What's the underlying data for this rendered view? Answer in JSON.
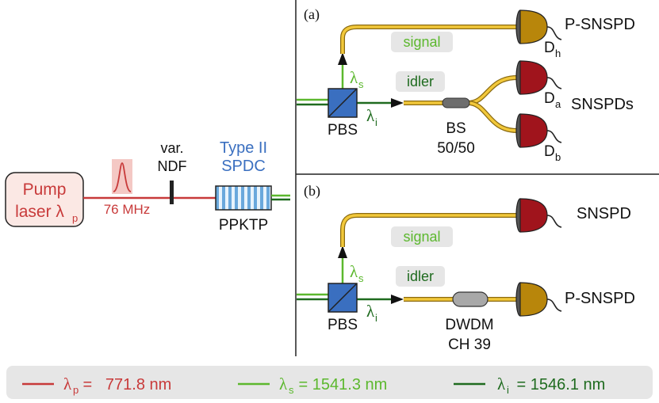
{
  "pump": {
    "line1": "Pump",
    "line2": "laser λ",
    "sub": "p",
    "rep_rate": "76 MHz"
  },
  "ndf": {
    "line1": "var.",
    "line2": "NDF"
  },
  "crystal": {
    "type_line1": "Type II",
    "type_line2": "SPDC",
    "name": "PPKTP"
  },
  "panel_a": {
    "label": "(a)",
    "signal_tag": "signal",
    "idler_tag": "idler",
    "lambda_s": "λ",
    "lambda_s_sub": "s",
    "lambda_i": "λ",
    "lambda_i_sub": "i",
    "pbs": "PBS",
    "bs_line1": "BS",
    "bs_line2": "50/50",
    "det_top_label": "P-SNSPD",
    "det_top_name": "D",
    "det_top_sub": "h",
    "det_mid_name": "D",
    "det_mid_sub": "a",
    "det_bot_name": "D",
    "det_bot_sub": "b",
    "pair_label": "SNSPDs"
  },
  "panel_b": {
    "label": "(b)",
    "signal_tag": "signal",
    "idler_tag": "idler",
    "lambda_s": "λ",
    "lambda_s_sub": "s",
    "lambda_i": "λ",
    "lambda_i_sub": "i",
    "pbs": "PBS",
    "dwdm_line1": "DWDM",
    "dwdm_line2": "CH 39",
    "det_top_label": "SNSPD",
    "det_bot_label": "P-SNSPD"
  },
  "legend": {
    "pump_symbol": "λ",
    "pump_sub": "p",
    "pump_value": " =   771.8 nm",
    "signal_symbol": "λ",
    "signal_sub": "s",
    "signal_value": " = 1541.3 nm",
    "idler_symbol": "λ",
    "idler_sub": "i",
    "idler_value": " = 1546.1 nm"
  },
  "colors": {
    "pump": "#c83a3a",
    "signal": "#5cb82e",
    "idler": "#1f6b1f",
    "fiber": "#e2b42a",
    "pbs": "#3a6fc0",
    "crystal": "#6aa8dc",
    "det_red": "#a0141c",
    "det_gold": "#b8860b",
    "legend_bg": "#e6e6e6",
    "tag_bg": "#e6e6e6"
  }
}
